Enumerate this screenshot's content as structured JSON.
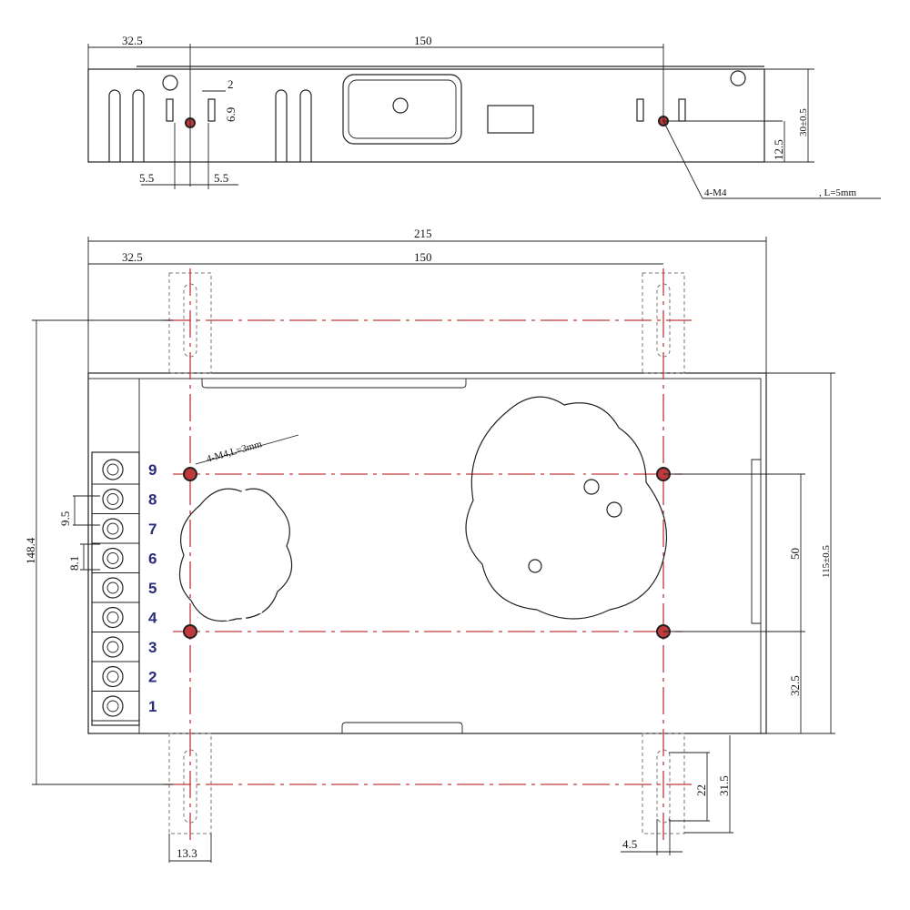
{
  "side_view": {
    "dims": {
      "left_offset": "32.5",
      "hole_span": "150",
      "slot_width": "2",
      "slot_height": "6.9",
      "left_gap": "5.5",
      "right_gap": "5.5",
      "hole_height": "12.5",
      "height": "30±0.5"
    },
    "callout_thread": "4-M4",
    "callout_length": ", L=5mm"
  },
  "top_view": {
    "dims": {
      "total_length": "215",
      "left_offset": "32.5",
      "hole_span": "150",
      "bracket_span": "148.4",
      "terminal_pitch": "9.5",
      "terminal_width": "8.1",
      "hole_spacing": "50",
      "width": "115±0.5",
      "bottom_offset": "32.5",
      "slot_length": "22",
      "bracket_length": "31.5",
      "bracket_width": "13.3",
      "slot_width": "4.5"
    },
    "callout": "4-M4,L=3mm",
    "terminals": [
      "9",
      "8",
      "7",
      "6",
      "5",
      "4",
      "3",
      "2",
      "1"
    ]
  }
}
